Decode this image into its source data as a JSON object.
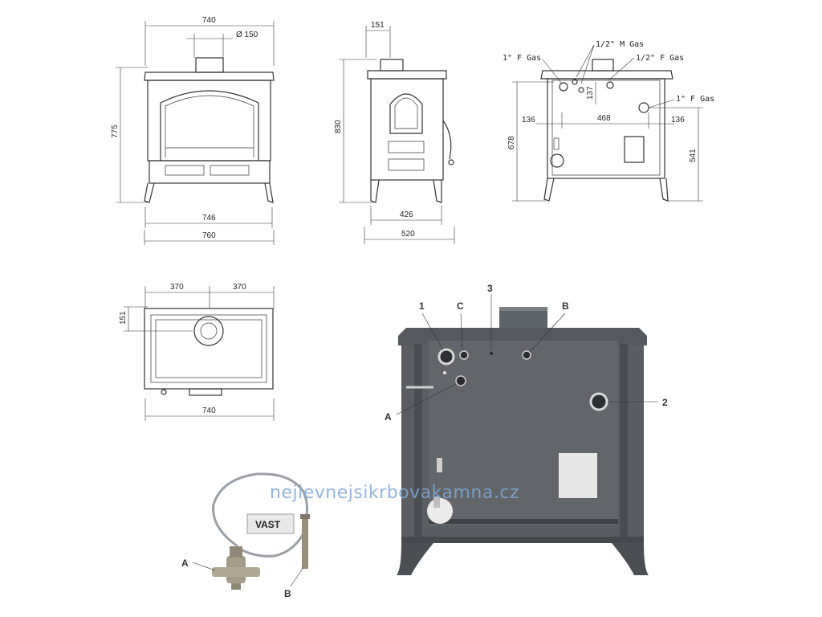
{
  "front_view": {
    "top_width": "740",
    "flue_diameter": "Ø 150",
    "height": "775",
    "leg_width": "746",
    "total_width": "760"
  },
  "side_view": {
    "flue_offset": "151",
    "height": "830",
    "leg_width": "426",
    "depth": "520"
  },
  "rear_view": {
    "label_f_gas_left": "1\" F Gas",
    "label_m_gas": "1/2\" M Gas",
    "label_f_gas_half": "1/2\" F Gas",
    "label_f_gas_right": "1\" F Gas",
    "dim_137": "137",
    "dim_136_left": "136",
    "dim_468": "468",
    "dim_136_right": "136",
    "height_left": "678",
    "height_right": "541"
  },
  "top_view": {
    "half_left": "370",
    "half_right": "370",
    "flue_offset": "151",
    "width": "740"
  },
  "photo": {
    "callout_1": "1",
    "callout_c": "C",
    "callout_3": "3",
    "callout_b": "B",
    "callout_2": "2",
    "callout_a": "A"
  },
  "valve": {
    "label": "VAST",
    "callout_a": "A",
    "callout_b": "B"
  },
  "watermark": "nejlevnejsikrbovakamna.cz"
}
